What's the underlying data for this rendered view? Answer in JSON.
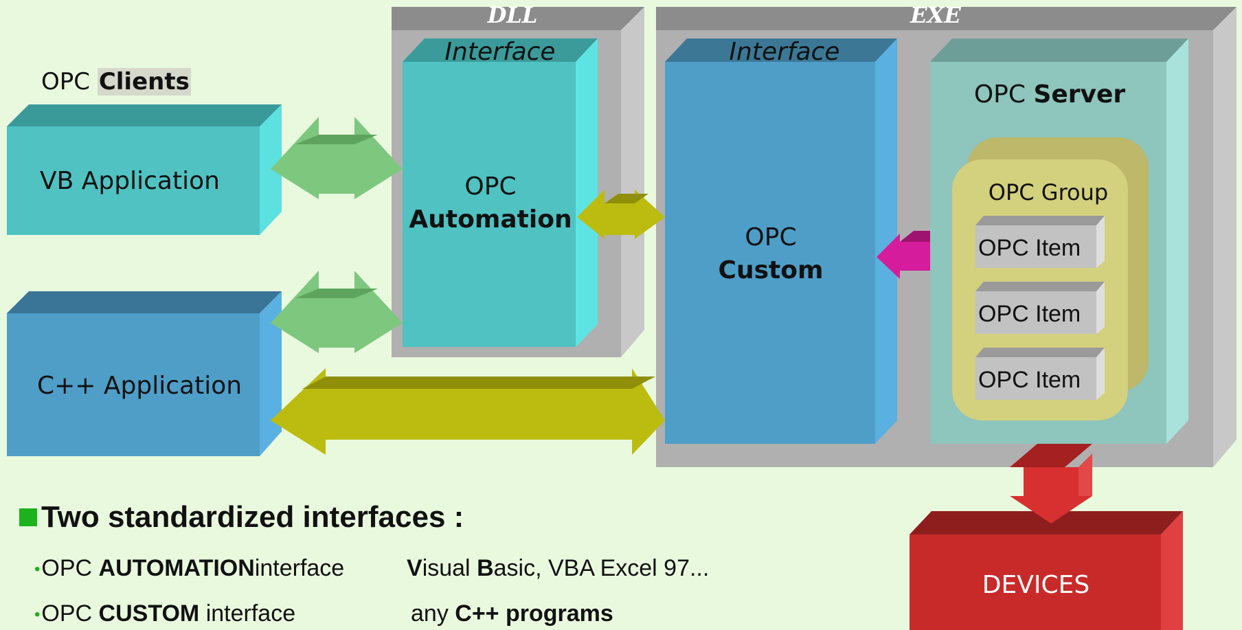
{
  "labels": {
    "dll": "DLL",
    "exe": "EXE",
    "interface_dll": "Interface",
    "interface_exe": "Interface",
    "opc_clients_prefix": "OPC",
    "opc_clients_bold": "Clients",
    "vb_app": "VB Application",
    "cpp_app": "C++ Application",
    "automation_opc": "OPC",
    "automation_bold": "Automation",
    "custom_opc": "OPC",
    "custom_bold": "Custom",
    "server_prefix": "OPC",
    "server_bold": "Server",
    "group": "OPC Group",
    "item1": "OPC Item",
    "item2": "OPC Item",
    "item3": "OPC Item",
    "devices": "DEVICES"
  },
  "bullets": {
    "title": "Two standardized interfaces :",
    "b1_prefix": "OPC ",
    "b1_bold": "AUTOMATION",
    "b1_suffix": "interface",
    "b1_v": "V",
    "b1_isual": "isual ",
    "b1_b": "B",
    "b1_rest": "asic, VBA Excel 97...",
    "b2_prefix": "OPC ",
    "b2_bold": "CUSTOM",
    "b2_suffix": " interface",
    "b2_any": "any ",
    "b2_cpp": "C++ programs"
  },
  "colors": {
    "background": "#e9f9de",
    "teal": "#50c2c2",
    "blue": "#4e9ec8",
    "gray": "#b0b0b0",
    "green_arrow": "#7ec77e",
    "olive_arrow": "#bcbc10",
    "magenta_arrow": "#d41c9c",
    "red": "#c82a2a",
    "server": "#8ec5bd",
    "group": "#d3d07e",
    "bullet_green": "#1bb21b"
  }
}
